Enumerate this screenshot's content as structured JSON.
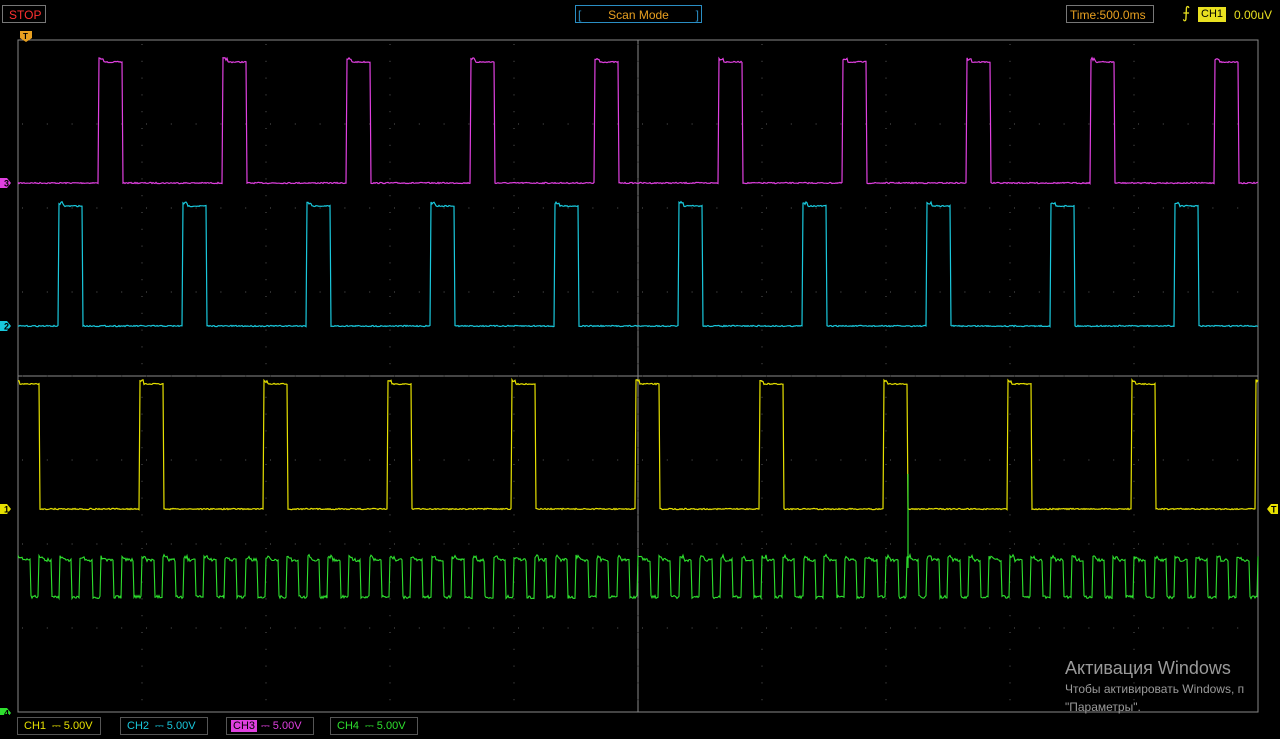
{
  "status": {
    "run_state": "STOP",
    "mode": "Scan Mode"
  },
  "timebase": {
    "label": "Time:500.0ms"
  },
  "trigger": {
    "channel": "CH1",
    "level": "0.00uV",
    "edge": "rising",
    "marker": "T"
  },
  "channels": [
    {
      "id": "CH1",
      "marker": "1",
      "volts_per_div": "5.00V",
      "color": "#e6e000",
      "coupling_glyph": "⎓"
    },
    {
      "id": "CH2",
      "marker": "2",
      "volts_per_div": "5.00V",
      "color": "#19c8dc",
      "coupling_glyph": "⎓"
    },
    {
      "id": "CH3",
      "marker": "3",
      "volts_per_div": "5.00V",
      "color": "#e040e0",
      "coupling_glyph": "⎓"
    },
    {
      "id": "CH4",
      "marker": "4",
      "volts_per_div": "5.00V",
      "color": "#2ee02e",
      "coupling_glyph": "⎓"
    }
  ],
  "watermark": {
    "title": "Активация Windows",
    "line1": "Чтобы активировать Windows, п",
    "line2": "\"Параметры\"."
  },
  "waveforms": {
    "ch3": {
      "period_ms": 500,
      "high_ms": 95,
      "first_rise_ms": 325
    },
    "ch2": {
      "period_ms": 500,
      "high_ms": 95,
      "first_rise_ms": 165
    },
    "ch1": {
      "period_ms": 500,
      "high_ms": 95,
      "first_rise_ms": 490
    },
    "ch4": {
      "period_ms": 83.3,
      "high_ms": 50
    }
  },
  "colors": {
    "grid": "#5a5a5a",
    "accent_orange": "#e8a020",
    "background": "#000000"
  }
}
